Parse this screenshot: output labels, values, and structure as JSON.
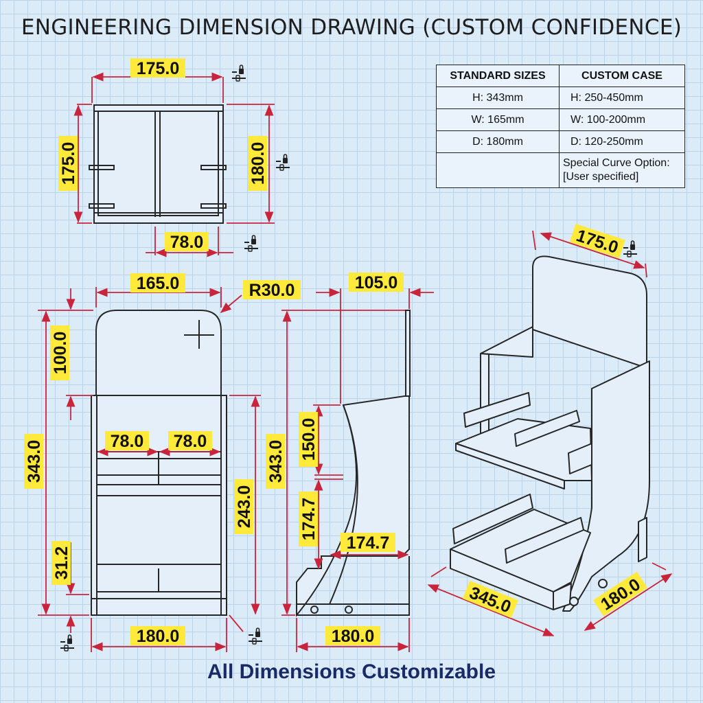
{
  "title": "ENGINEERING DIMENSION DRAWING (CUSTOM CONFIDENCE)",
  "footer": "All Dimensions Customizable",
  "table": {
    "headers": [
      "STANDARD SIZES",
      "CUSTOM CASE"
    ],
    "rows": [
      [
        "H: 343mm",
        "H: 250-450mm"
      ],
      [
        "W: 165mm",
        "W: 100-200mm"
      ],
      [
        "D: 180mm",
        "D: 120-250mm"
      ],
      [
        "",
        "Special Curve Option:\n[User specified]"
      ]
    ]
  },
  "dimensions": {
    "top_width": "175.0",
    "top_depth_left": "175.0",
    "top_depth_right": "180.0",
    "top_inner": "78.0",
    "front_width": "165.0",
    "front_radius": "R30.0",
    "front_top": "100.0",
    "front_height": "343.0",
    "front_shelf_left": "78.0",
    "front_shelf_right": "78.0",
    "front_lower": "243.0",
    "front_base": "31.2",
    "front_bottom": "180.0",
    "side_top": "105.0",
    "side_height": "343.0",
    "side_upper": "150.0",
    "side_lower": "174.7",
    "side_curve": "174.7",
    "side_bottom": "180.0",
    "iso_top": "175.0",
    "iso_length": "345.0",
    "iso_depth": "180.0"
  },
  "icons": [
    "lock-icon",
    "lock-icon",
    "lock-icon",
    "lock-icon",
    "lock-icon",
    "lock-icon"
  ],
  "colors": {
    "dimension": "#c8243c",
    "highlight": "#ffe93a",
    "outline": "#262626",
    "footer": "#1a2a66"
  }
}
